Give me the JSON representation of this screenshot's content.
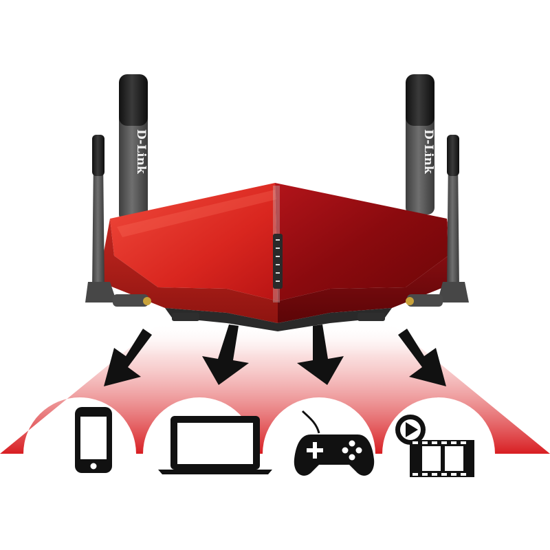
{
  "branding": {
    "antenna_label_left": "D-Link",
    "antenna_label_right": "D-Link"
  },
  "colors": {
    "router_red_light": "#e0302a",
    "router_red_dark": "#8e0a0c",
    "antenna_gray": "#5a5a5a",
    "antenna_black": "#1c1c1c",
    "glow_red": "#d81e22",
    "arrow": "#111111",
    "icon": "#111111",
    "background": "#ffffff"
  },
  "devices": [
    {
      "id": "smartphone",
      "icon": "smartphone-icon"
    },
    {
      "id": "laptop",
      "icon": "laptop-icon"
    },
    {
      "id": "gamepad",
      "icon": "gamepad-icon"
    },
    {
      "id": "media",
      "icon": "video-play-film-icon"
    }
  ]
}
